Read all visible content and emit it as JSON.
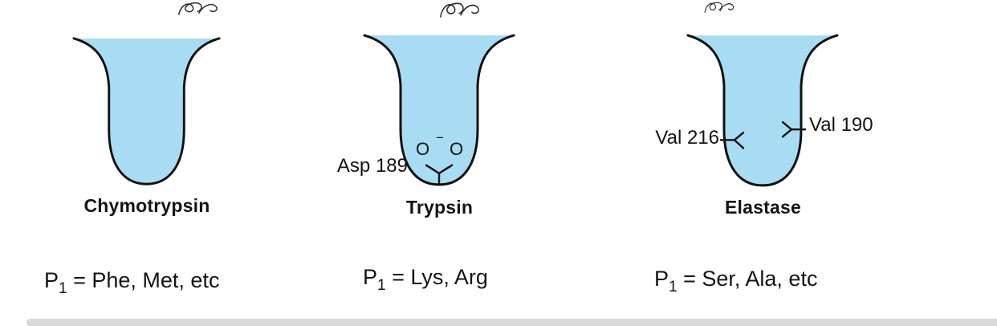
{
  "colors": {
    "pocket_fill": "#a8dcf3",
    "outline": "#111111",
    "footer_strip": "#d9d9d9"
  },
  "icons": {
    "backbone_squiggle": "backbone-squiggle"
  },
  "columns": [
    {
      "enzyme": "Chymotrypsin",
      "specificity": {
        "prefix": "P",
        "sub": "1",
        "rest": " = Phe, Met, etc"
      }
    },
    {
      "enzyme": "Trypsin",
      "specificity": {
        "prefix": "P",
        "sub": "1",
        "rest": " = Lys, Arg"
      },
      "residue_label": "Asp 189",
      "carboxylate": {
        "left_atom": "O",
        "charge": "−",
        "right_atom": "O"
      }
    },
    {
      "enzyme": "Elastase",
      "specificity": {
        "prefix": "P",
        "sub": "1",
        "rest": " = Ser, Ala, etc"
      },
      "residue_label_left": "Val 216",
      "residue_label_right": "Val 190"
    }
  ]
}
